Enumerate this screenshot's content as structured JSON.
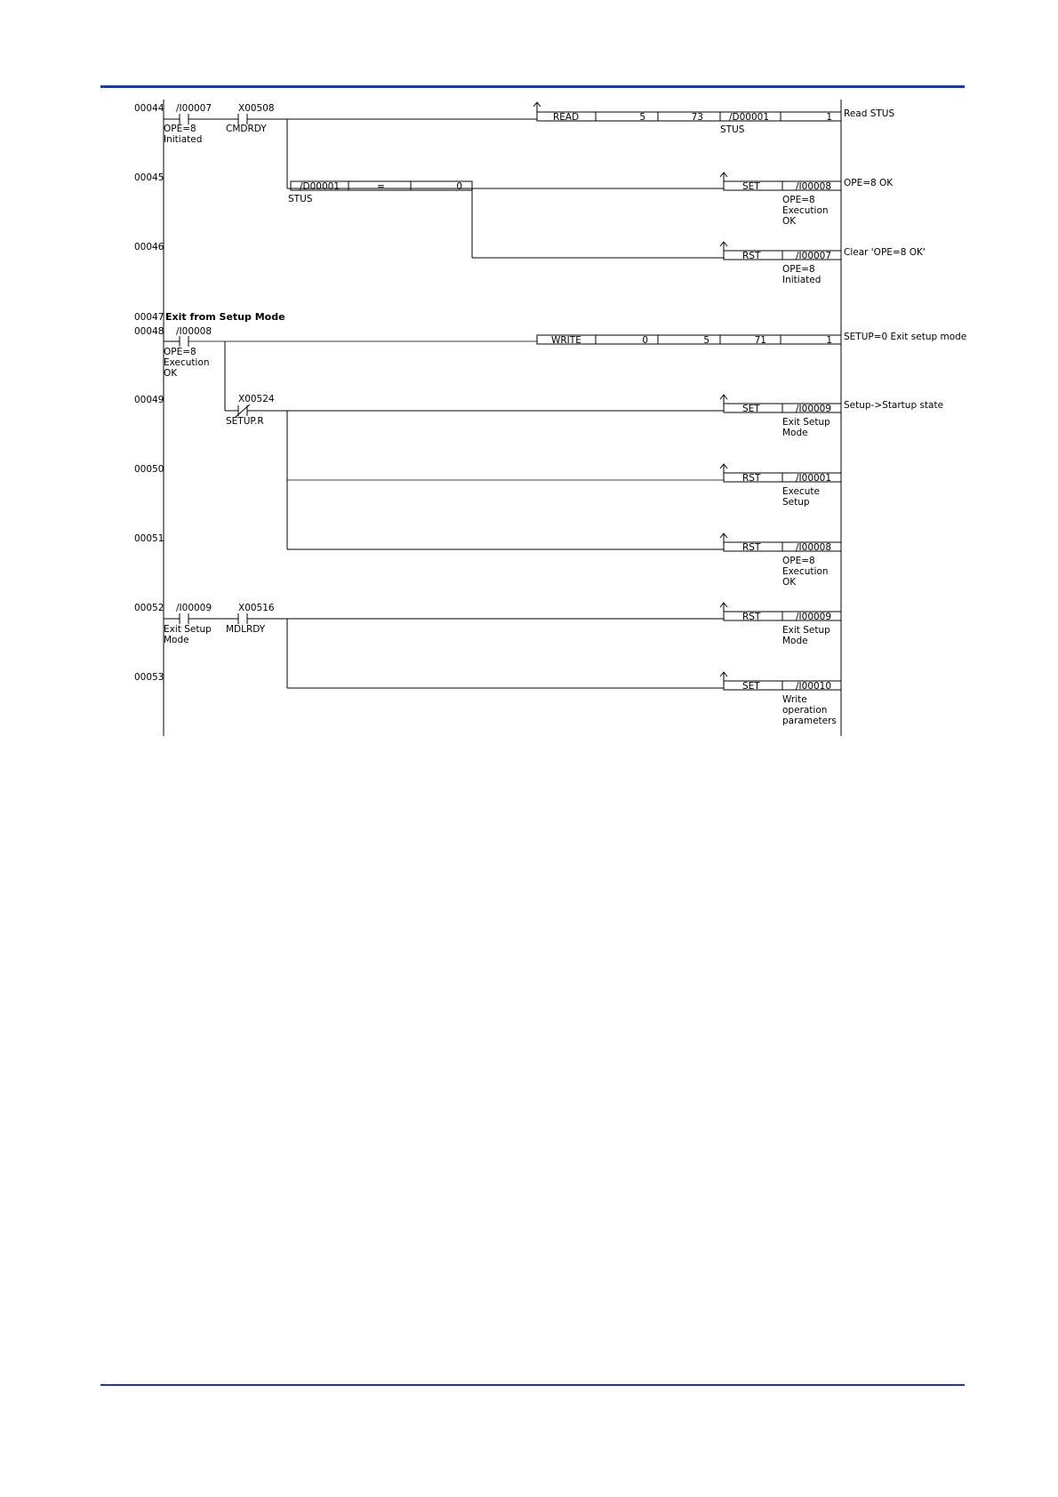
{
  "colors": {
    "rule": "#1f3a93"
  },
  "rungs": [
    {
      "no": "00044",
      "contacts": [
        {
          "addr": "/I00007",
          "label": [
            "OPE=8",
            "Initiated"
          ],
          "type": "NO"
        },
        {
          "addr": "X00508",
          "label": [
            "CMDRDY"
          ],
          "type": "NO"
        }
      ],
      "instruction": {
        "op": "READ",
        "args": [
          "5",
          "73",
          "/D00001",
          "1"
        ],
        "sub": "STUS"
      },
      "comment": "Read STUS"
    },
    {
      "no": "00045",
      "compare": {
        "left": "/D00001",
        "op": "=",
        "right": "0",
        "sub": "STUS"
      },
      "instruction": {
        "op": "SET",
        "args": [
          "/I00008"
        ],
        "sub": [
          "OPE=8",
          "Execution",
          "OK"
        ]
      },
      "comment": "OPE=8 OK"
    },
    {
      "no": "00046",
      "instruction": {
        "op": "RST",
        "args": [
          "/I00007"
        ],
        "sub": [
          "OPE=8",
          "Initiated"
        ]
      },
      "comment": "Clear 'OPE=8 OK'"
    },
    {
      "no": "00047",
      "title": "Exit from Setup Mode"
    },
    {
      "no": "00048",
      "contacts": [
        {
          "addr": "/I00008",
          "label": [
            "OPE=8",
            "Execution",
            "OK"
          ],
          "type": "NO"
        }
      ],
      "instruction": {
        "op": "WRITE",
        "args": [
          "0",
          "5",
          "71",
          "1"
        ]
      },
      "comment": "SETUP=0 Exit setup mode"
    },
    {
      "no": "00049",
      "contacts": [
        {
          "addr": "X00524",
          "label": [
            "SETUP.R"
          ],
          "type": "NC"
        }
      ],
      "instruction": {
        "op": "SET",
        "args": [
          "/I00009"
        ],
        "sub": [
          "Exit Setup",
          "Mode"
        ]
      },
      "comment": "Setup->Startup state"
    },
    {
      "no": "00050",
      "instruction": {
        "op": "RST",
        "args": [
          "/I00001"
        ],
        "sub": [
          "Execute",
          "Setup"
        ]
      }
    },
    {
      "no": "00051",
      "instruction": {
        "op": "RST",
        "args": [
          "/I00008"
        ],
        "sub": [
          "OPE=8",
          "Execution",
          "OK"
        ]
      }
    },
    {
      "no": "00052",
      "contacts": [
        {
          "addr": "/I00009",
          "label": [
            "Exit Setup",
            "Mode"
          ],
          "type": "NO"
        },
        {
          "addr": "X00516",
          "label": [
            "MDLRDY"
          ],
          "type": "NO"
        }
      ],
      "instruction": {
        "op": "RST",
        "args": [
          "/I00009"
        ],
        "sub": [
          "Exit Setup",
          "Mode"
        ]
      }
    },
    {
      "no": "00053",
      "instruction": {
        "op": "SET",
        "args": [
          "/I00010"
        ],
        "sub": [
          "Write",
          "operation",
          "parameters"
        ]
      }
    }
  ]
}
